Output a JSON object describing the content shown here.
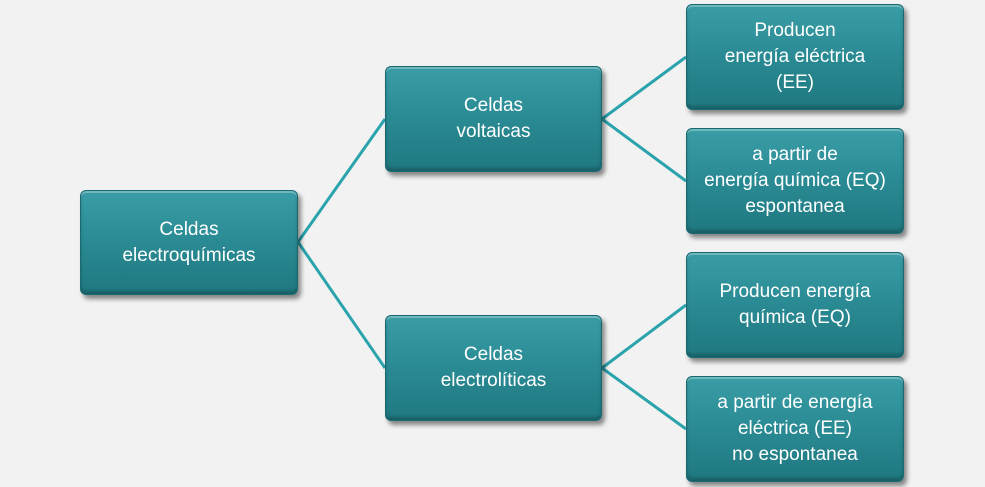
{
  "diagram": {
    "root": {
      "label": "Celdas\nelectroquímicas"
    },
    "branches": [
      {
        "label": "Celdas\nvoltaicas",
        "children": [
          {
            "label": "Producen\nenergía eléctrica\n(EE)"
          },
          {
            "label": "a partir de\nenergía química (EQ)\nespontanea"
          }
        ]
      },
      {
        "label": "Celdas\nelectrolíticas",
        "children": [
          {
            "label": "Producen energía\nquímica (EQ)"
          },
          {
            "label": "a partir de energía\neléctrica (EE)\nno espontanea"
          }
        ]
      }
    ]
  },
  "colors": {
    "box_fill": "#2b8c95",
    "connector": "#2aa3ad",
    "background": "#f2f2f2",
    "text": "#ffffff"
  }
}
